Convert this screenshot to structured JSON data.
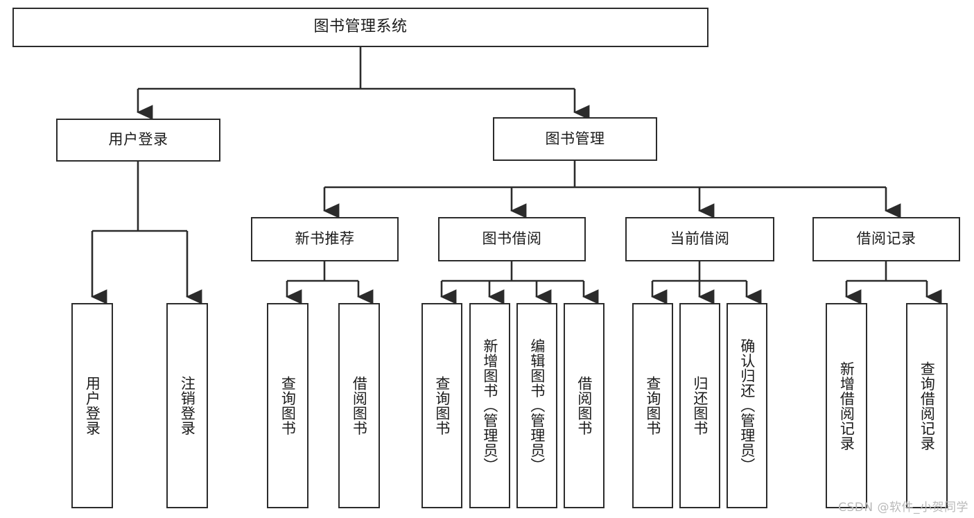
{
  "diagram": {
    "title": "图书管理系统",
    "type": "tree-hierarchy-chart",
    "watermark": "CSDN @软件_小贺同学",
    "colors": {
      "stroke": "#2b2b2b",
      "fill": "#ffffff",
      "text": "#1b1b1b",
      "watermark": "#b9b9b9"
    },
    "levels": {
      "level1_label": "图书管理系统",
      "level2": [
        {
          "label": "用户登录"
        },
        {
          "label": "图书管理"
        }
      ],
      "level3": [
        {
          "label": "新书推荐"
        },
        {
          "label": "图书借阅"
        },
        {
          "label": "当前借阅"
        },
        {
          "label": "借阅记录"
        }
      ]
    },
    "nodes": {
      "root": "图书管理系统",
      "user_login": "用户登录",
      "book_manage": "图书管理",
      "new_book_rec": "新书推荐",
      "book_borrow": "图书借阅",
      "current_borrow": "当前借阅",
      "borrow_record": "借阅记录",
      "leaf_user_login": "用户登录",
      "leaf_user_logout": "注销登录",
      "leaf_query_book_1": "查询图书",
      "leaf_borrow_book_1": "借阅图书",
      "leaf_query_book_2": "查询图书",
      "leaf_add_book_admin": "新增图书（管理员）",
      "leaf_edit_book_admin": "编辑图书（管理员）",
      "leaf_borrow_book_2": "借阅图书",
      "leaf_query_book_3": "查询图书",
      "leaf_return_book": "归还图书",
      "leaf_confirm_return_admin": "确认归还（管理员）",
      "leaf_add_record": "新增借阅记录",
      "leaf_query_record": "查询借阅记录"
    }
  }
}
